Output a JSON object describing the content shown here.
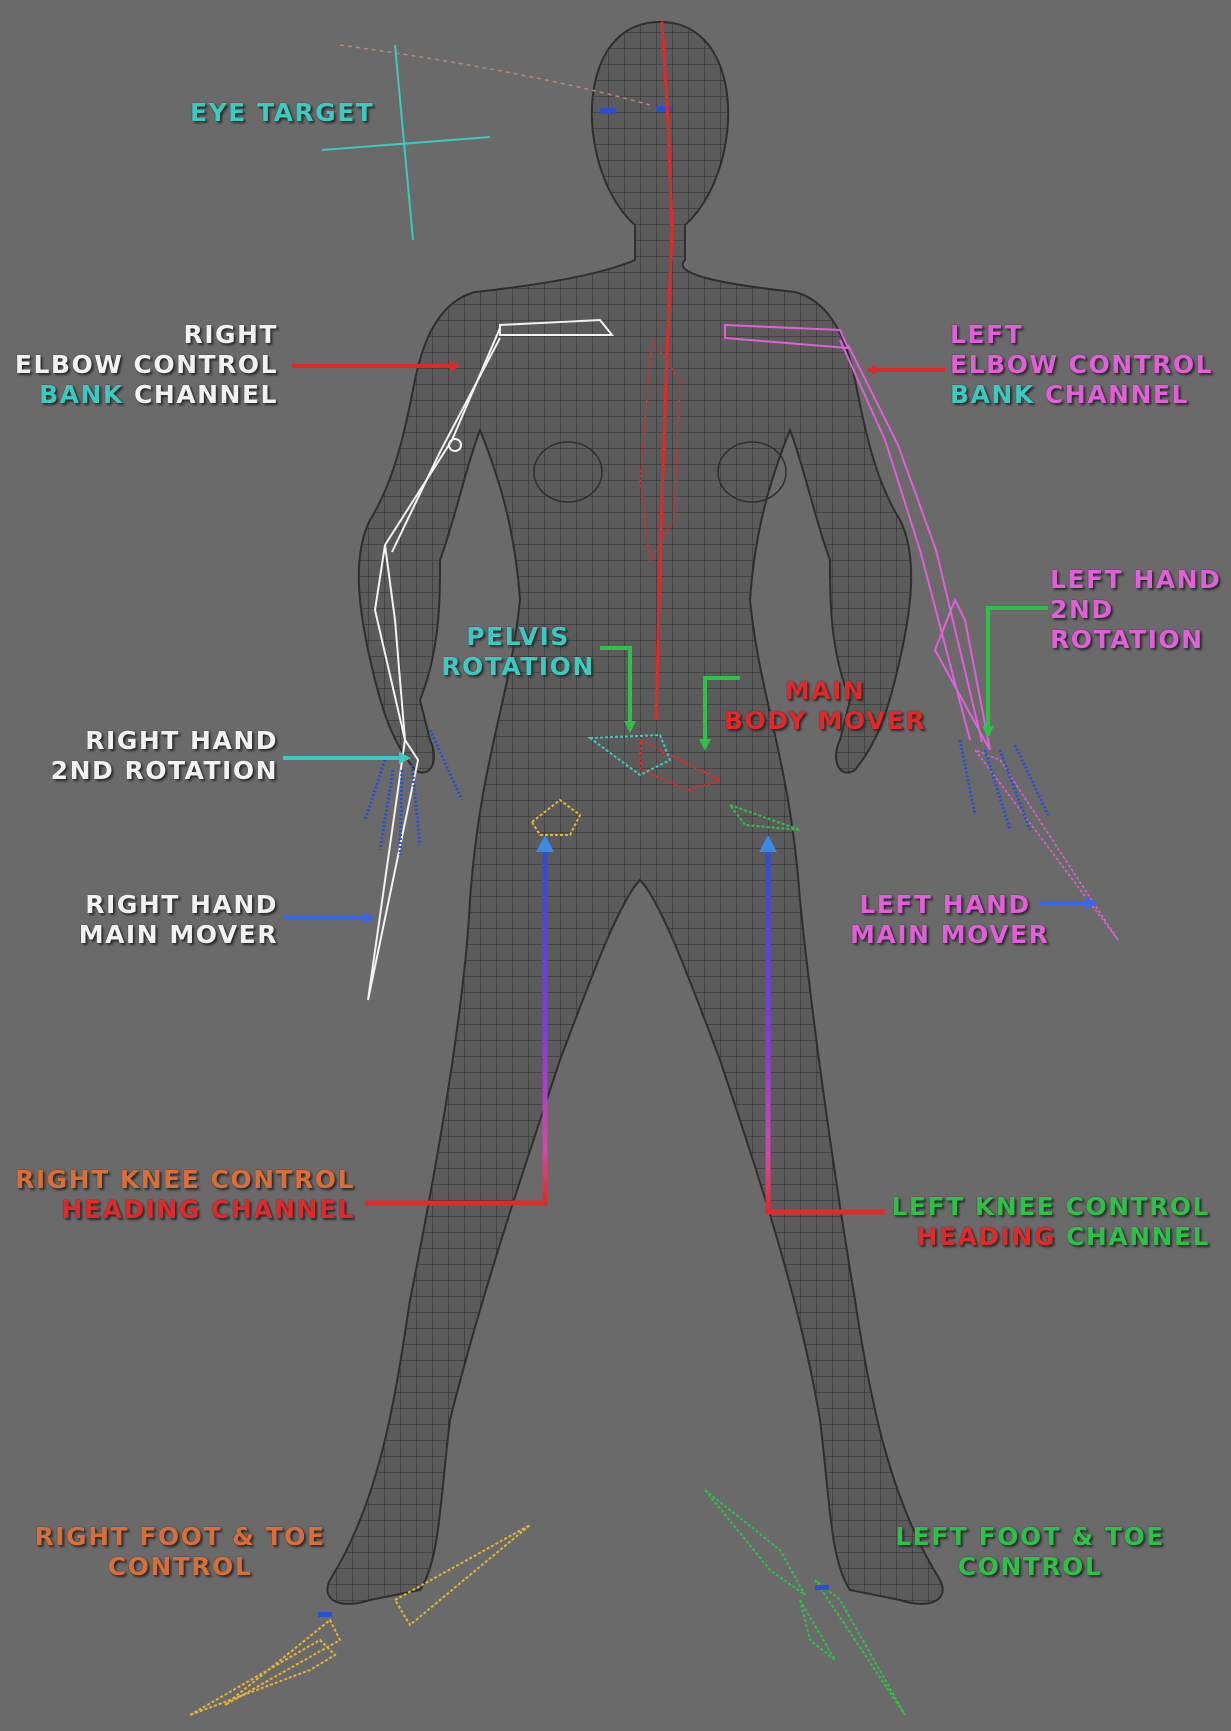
{
  "colors": {
    "background": "#6a6a6a",
    "mesh": "#2e2e2e",
    "red": "#e02a2a",
    "white": "#f2f2f2",
    "magenta": "#e060d8",
    "teal": "#3ec9c0",
    "green": "#2fc04a",
    "yellow": "#e8b431",
    "blue": "#2a4fd0",
    "orange": "#d86f3a"
  },
  "labels": {
    "eye_target": "EYE TARGET",
    "right_elbow": {
      "line1": "RIGHT",
      "line2": "ELBOW CONTROL",
      "line3_a": "BANK",
      "line3_b": "CHANNEL"
    },
    "left_elbow": {
      "line1": "LEFT",
      "line2": "ELBOW CONTROL",
      "line3_a": "BANK",
      "line3_b": "CHANNEL"
    },
    "left_hand_rotation": {
      "line1": "LEFT HAND",
      "line2": "2ND",
      "line3": "ROTATION"
    },
    "pelvis_rotation": {
      "line1": "PELVIS",
      "line2": "ROTATION"
    },
    "main_body_mover": {
      "line1": "MAIN",
      "line2": "BODY MOVER"
    },
    "right_hand_rotation": {
      "line1": "RIGHT HAND",
      "line2": "2ND ROTATION"
    },
    "right_hand_main": {
      "line1": "RIGHT HAND",
      "line2": "MAIN MOVER"
    },
    "left_hand_main": {
      "line1": "LEFT HAND",
      "line2": "MAIN MOVER"
    },
    "right_knee": {
      "line1": "RIGHT KNEE CONTROL",
      "line2": "HEADING CHANNEL"
    },
    "left_knee": {
      "line1": "LEFT KNEE CONTROL",
      "line2_a": "HEADING",
      "line2_b": "CHANNEL"
    },
    "right_foot": {
      "line1": "RIGHT FOOT & TOE",
      "line2": "CONTROL"
    },
    "left_foot": {
      "line1": "LEFT FOOT & TOE",
      "line2": "CONTROL"
    }
  }
}
